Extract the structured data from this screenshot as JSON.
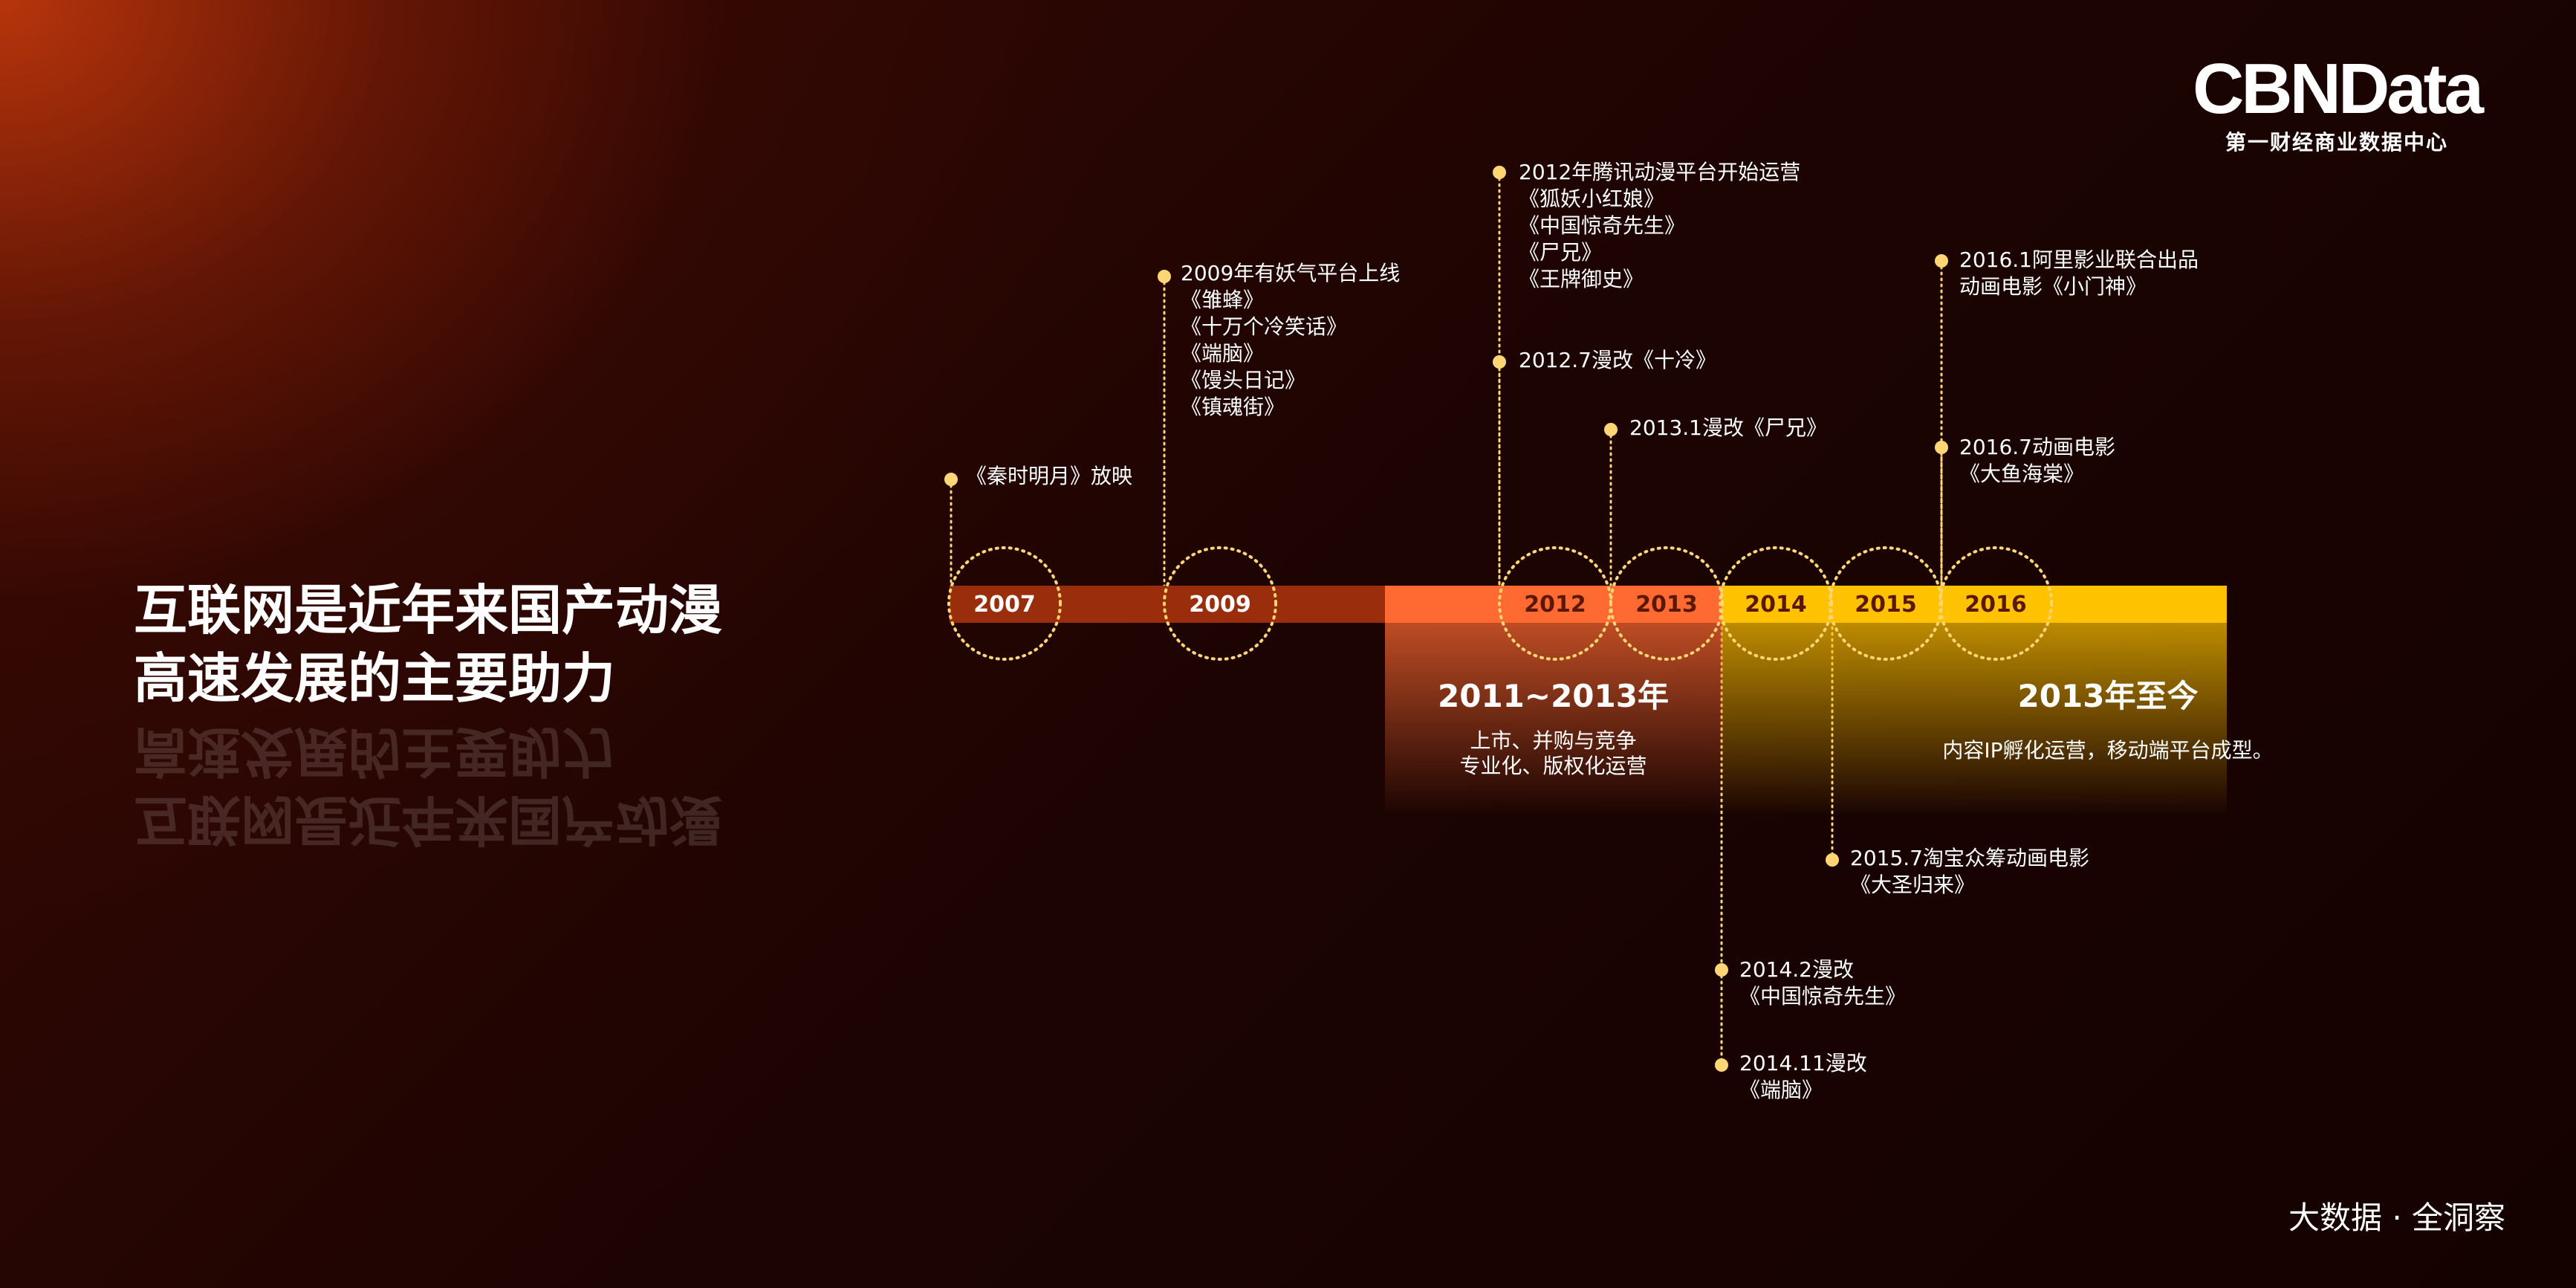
{
  "brand": {
    "logo_text": "CBNData",
    "subtitle": "第一财经商业数据中心",
    "tagline": "大数据 · 全洞察"
  },
  "headline": "互联网是近年来国产动漫\n高速发展的主要助力",
  "colors": {
    "bar_dark": "#9a2d0c",
    "bar_orange": "#ff6a32",
    "bar_yellow": "#ffc200",
    "dot": "#ffd673",
    "year_dark": "#ffffff",
    "year_light": "#5b1800"
  },
  "years": [
    {
      "label": "2007",
      "year": 2007
    },
    {
      "label": "2009",
      "year": 2009
    },
    {
      "label": "2012",
      "year": 2012
    },
    {
      "label": "2013",
      "year": 2013
    },
    {
      "label": "2014",
      "year": 2014
    },
    {
      "label": "2015",
      "year": 2015
    },
    {
      "label": "2016",
      "year": 2016
    }
  ],
  "eras": [
    {
      "title": "2011~2013年",
      "description": "上市、并购与竞争\n专业化、版权化运营"
    },
    {
      "title": "2013年至今",
      "description": "内容IP孵化运营，移动端平台成型。"
    }
  ],
  "events": [
    {
      "year": "2007",
      "text": "《秦时明月》放映"
    },
    {
      "year": "2009",
      "text": "2009年有妖气平台上线\n《雏蜂》\n《十万个冷笑话》\n《端脑》\n《馒头日记》\n《镇魂街》"
    },
    {
      "year": "2012",
      "text": "2012年腾讯动漫平台开始运营\n《狐妖小红娘》\n《中国惊奇先生》\n《尸兄》\n《王牌御史》"
    },
    {
      "year": "2012",
      "text": "2012.7漫改《十冷》"
    },
    {
      "year": "2013",
      "text": "2013.1漫改《尸兄》"
    },
    {
      "year": "2014",
      "text": "2014.2漫改\n《中国惊奇先生》"
    },
    {
      "year": "2014",
      "text": "2014.11漫改\n《端脑》"
    },
    {
      "year": "2015",
      "text": "2015.7淘宝众筹动画电影\n《大圣归来》"
    },
    {
      "year": "2016",
      "text": "2016.1阿里影业联合出品\n动画电影《小门神》"
    },
    {
      "year": "2016",
      "text": "2016.7动画电影\n《大鱼海棠》"
    }
  ]
}
